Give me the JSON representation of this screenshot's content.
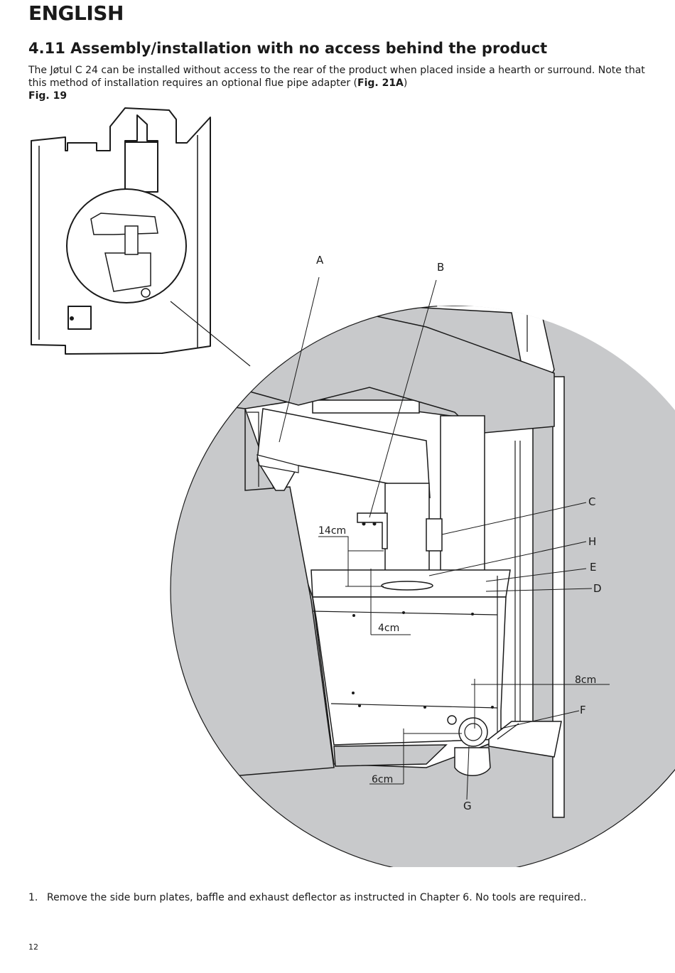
{
  "header": {
    "language": "ENGLISH"
  },
  "section": {
    "heading": "4.11 Assembly/installation with no access behind the product",
    "intro_part1": "The Jøtul C 24 can be installed without access to the rear of the product when placed inside a hearth or surround. Note that this method of installation requires an optional flue pipe adapter (",
    "intro_ref": "Fig. 21A",
    "intro_part2": ")"
  },
  "figure": {
    "caption": "Fig. 19",
    "labels": {
      "a": "A",
      "b": "B",
      "c": "C",
      "h": "H",
      "e": "E",
      "d": "D",
      "f": "F",
      "g": "G"
    },
    "dimensions": {
      "d14": "14cm",
      "d4": "4cm",
      "d8": "8cm",
      "d6": "6cm"
    }
  },
  "steps": [
    {
      "number": "1.",
      "text": "Remove the side burn plates, baffle and exhaust deflector as instructed in Chapter 6. No tools are required.."
    }
  ],
  "footer": {
    "page_number": "12"
  }
}
